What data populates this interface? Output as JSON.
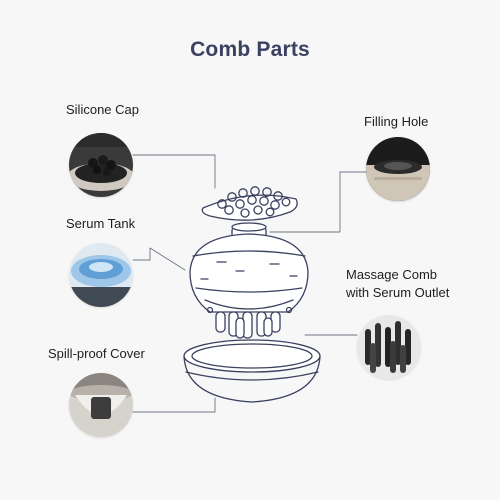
{
  "title": "Comb Parts",
  "parts": {
    "silicone_cap": "Silicone Cap",
    "filling_hole": "Filling Hole",
    "serum_tank": "Serum Tank",
    "massage_comb": [
      "Massage Comb",
      "with Serum Outlet"
    ],
    "spill_proof_cover": "Spill-proof Cover"
  },
  "colors": {
    "title": "#3b4160",
    "outline": "#3b4160",
    "leader_line": "#6f7486",
    "background": "#f7f7f7"
  }
}
